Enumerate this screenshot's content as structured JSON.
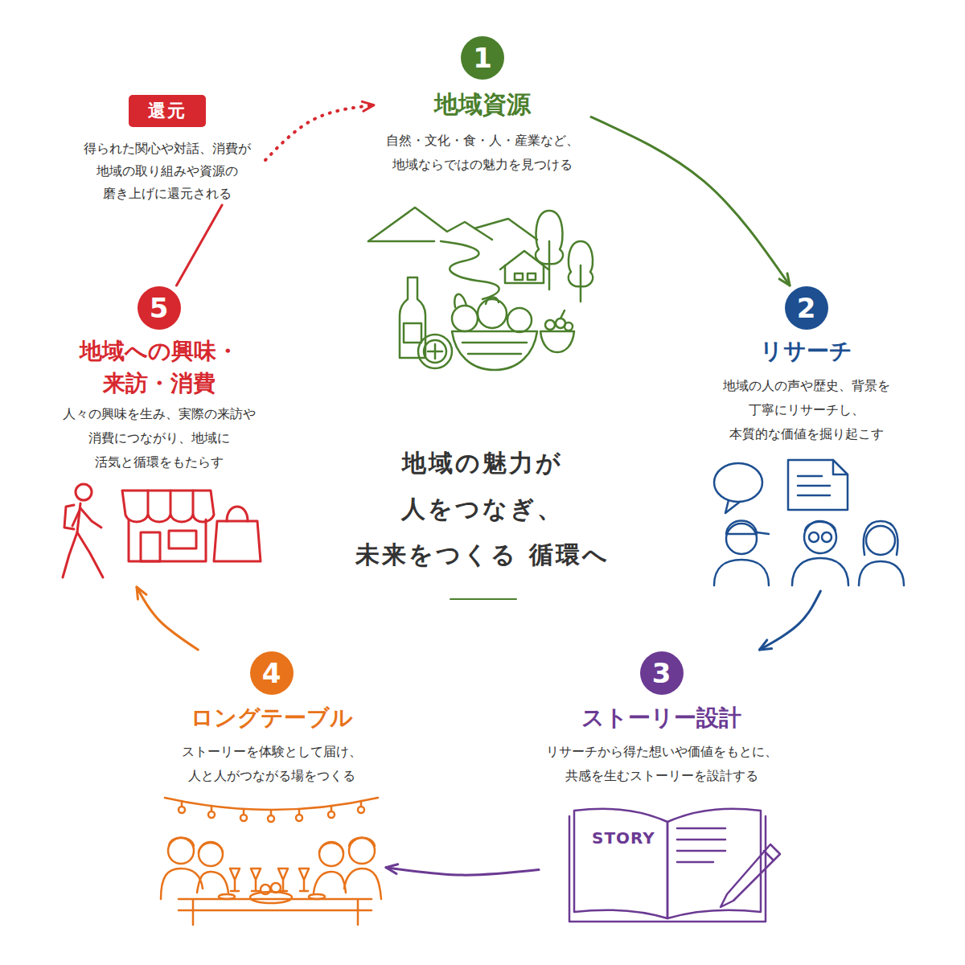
{
  "diagram": {
    "title": "地域の魅力が 人をつなぎ、未来をつくる 循環へ",
    "nodes": [
      {
        "text": [
          "1",
          "地域資源",
          "自然・文化・食・人・産業など、 地域ならではの魅力を見つける"
        ]
      },
      {
        "text": [
          "2",
          "リサーチ",
          "地域の人の声や歴史、背景を 丁寧にリサーチし、 本質的な価値を掘り起こす"
        ]
      },
      {
        "text": [
          "3",
          "ストーリー設計",
          "リサーチから得た想いや価値をもとに、 共感を生むストーリーを設計する"
        ]
      },
      {
        "text": [
          "4",
          "ロングテーブル",
          "ストーリーを体験として届け、 人と人がつながる場をつくる"
        ]
      },
      {
        "text": [
          "5",
          "地域への興味・ 来訪・消費",
          "人々の興味を生み、実際の来訪や 消費につながり、地域に 活気と循環をもたらす"
        ]
      },
      {
        "text": [
          "還元",
          "得られた関心や対話、消費が 地域の取り組みや資源の 磨き上げに還元される"
        ]
      }
    ],
    "edges": [
      {
        "from": 0,
        "to": 1,
        "arrow": "to"
      },
      {
        "from": 1,
        "to": 2,
        "arrow": "to"
      },
      {
        "from": 2,
        "to": 3,
        "arrow": "to"
      },
      {
        "from": 3,
        "to": 4,
        "arrow": "to"
      },
      {
        "from": 4,
        "to": 5,
        "arrow": "none"
      },
      {
        "from": 5,
        "to": 0,
        "arrow": "to"
      }
    ],
    "labels": [
      "STORY"
    ]
  }
}
